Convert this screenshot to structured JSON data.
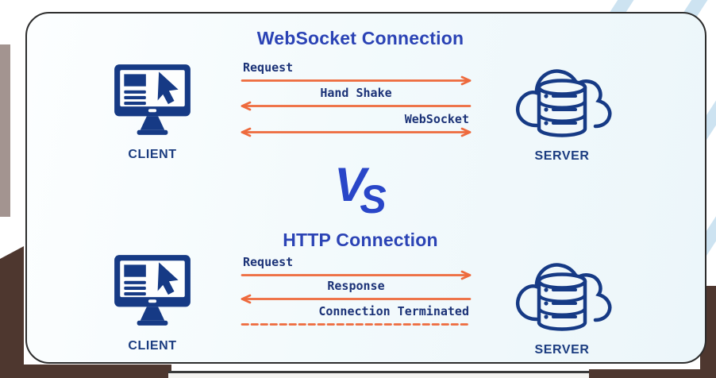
{
  "diagram": {
    "websocket": {
      "title": "WebSocket Connection",
      "client_label": "CLIENT",
      "server_label": "SERVER",
      "arrows": [
        {
          "label": "Request",
          "direction": "right",
          "line": "solid",
          "label_align": "left"
        },
        {
          "label": "Hand Shake",
          "direction": "left",
          "line": "solid",
          "label_align": "center"
        },
        {
          "label": "WebSocket",
          "direction": "both",
          "line": "solid",
          "label_align": "right"
        }
      ]
    },
    "divider_label": "VS",
    "http": {
      "title": "HTTP Connection",
      "client_label": "CLIENT",
      "server_label": "SERVER",
      "arrows": [
        {
          "label": "Request",
          "direction": "right",
          "line": "solid",
          "label_align": "left"
        },
        {
          "label": "Response",
          "direction": "left",
          "line": "solid",
          "label_align": "center"
        },
        {
          "label": "Connection Terminated",
          "direction": "none",
          "line": "dashed",
          "label_align": "right"
        }
      ]
    }
  },
  "icons": {
    "client": "desktop-monitor-with-cursor-icon",
    "server": "cloud-database-icon"
  },
  "colors": {
    "title_blue": "#2b43b5",
    "vs_blue": "#2946c8",
    "icon_navy": "#163a85",
    "label_navy": "#1b3277",
    "node_label_navy": "#1b3c80",
    "arrow_orange": "#ee6a3d",
    "card_border": "#2d2d2d",
    "stripe_blue": "#cde3f1",
    "taupe": "#a39490",
    "brown": "#4e372f"
  }
}
